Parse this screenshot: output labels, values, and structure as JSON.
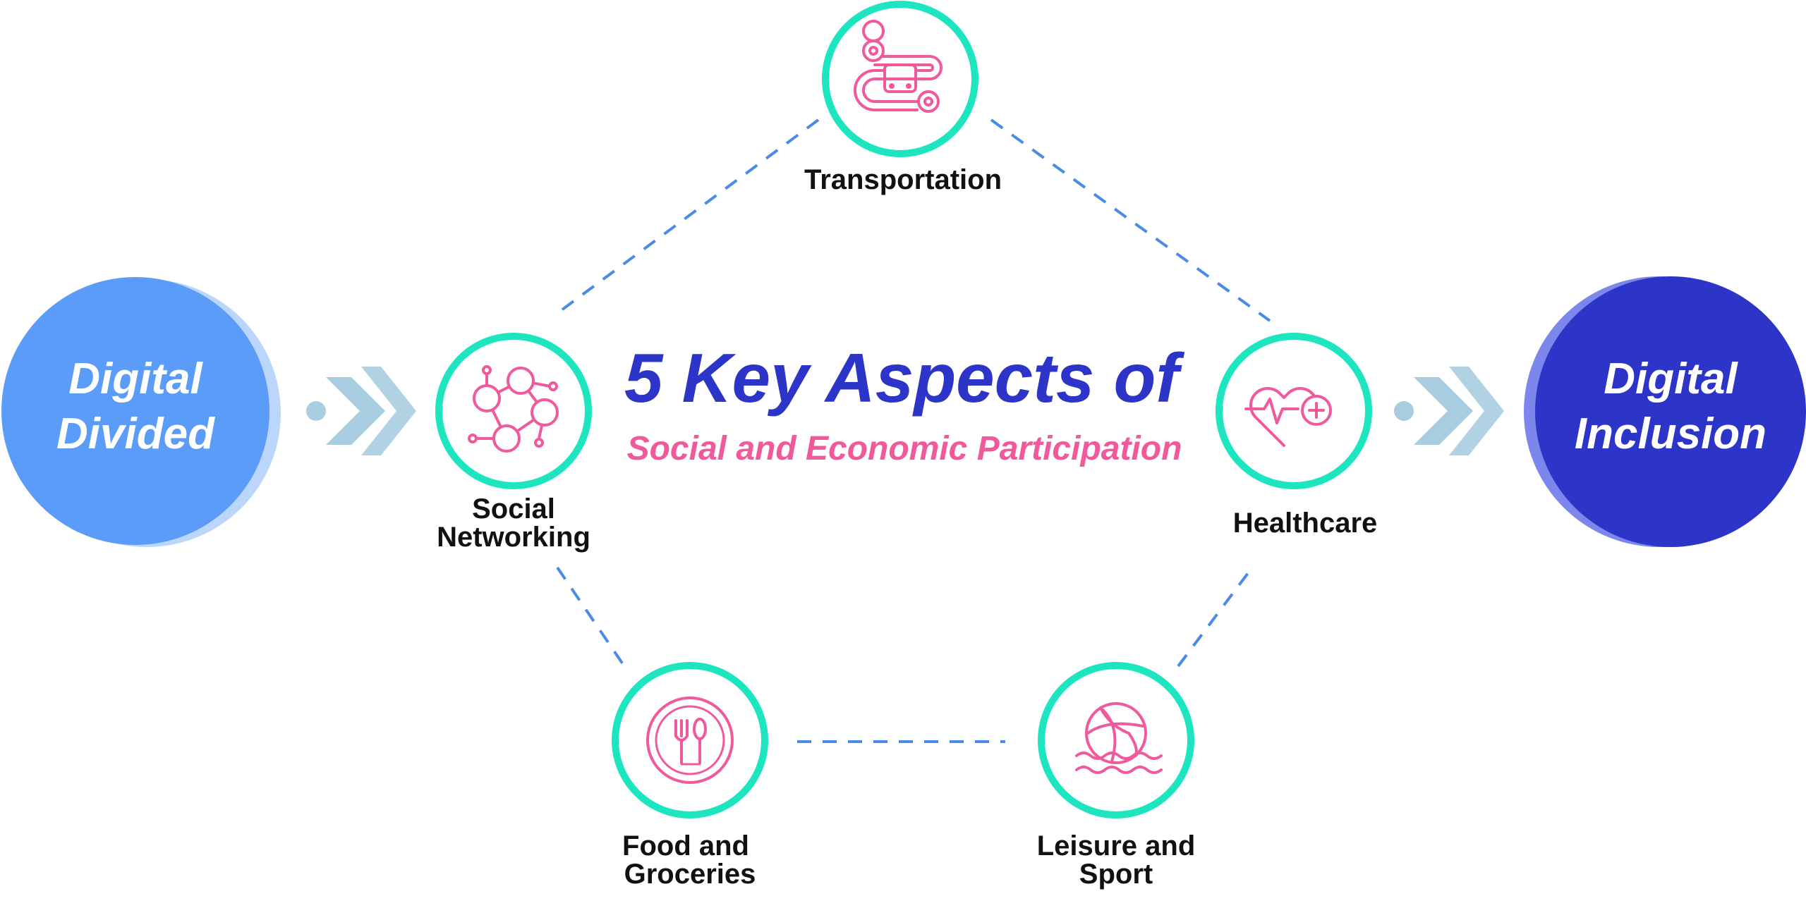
{
  "title": "5 Key Aspects of",
  "subtitle": "Social and Economic Participation",
  "left_circle": {
    "line1": "Digital",
    "line2": "Divided"
  },
  "right_circle": {
    "line1": "Digital",
    "line2": "Inclusion"
  },
  "nodes": {
    "transportation": {
      "label": "Transportation",
      "icon": "bus-route-icon"
    },
    "social": {
      "line1": "Social",
      "line2": "Networking",
      "icon": "social-network-icon"
    },
    "healthcare": {
      "label": "Healthcare",
      "icon": "heart-health-icon"
    },
    "food": {
      "line1": "Food and",
      "line2": "Groceries",
      "icon": "plate-cutlery-icon"
    },
    "leisure": {
      "line1": "Leisure and",
      "line2": "Sport",
      "icon": "beach-ball-icon"
    }
  },
  "colors": {
    "left_circle": "#5b9cf8",
    "right_circle": "#2c35c8",
    "node_ring": "#1de5c0",
    "icon": "#f05a9c",
    "connector": "#4a8be8",
    "arrow": "#a8cde0"
  }
}
